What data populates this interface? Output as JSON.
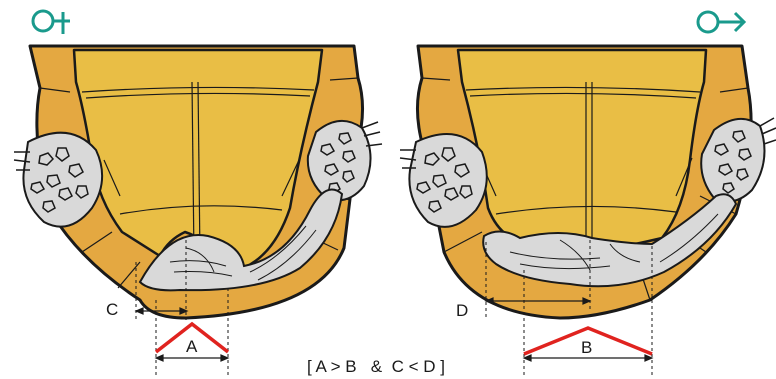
{
  "symbols": {
    "female": "♀",
    "male": "♂"
  },
  "labels": {
    "a": "A",
    "b": "B",
    "c": "C",
    "d": "D"
  },
  "formula": "[ A > B   &  C < D ]",
  "colors": {
    "shell": "#E9BE45",
    "shell_dark": "#E4A841",
    "skin": "#D9D9D9",
    "outline": "#1A1A1A",
    "angle": "#E0231F",
    "symbol": "#1A9A8C"
  }
}
